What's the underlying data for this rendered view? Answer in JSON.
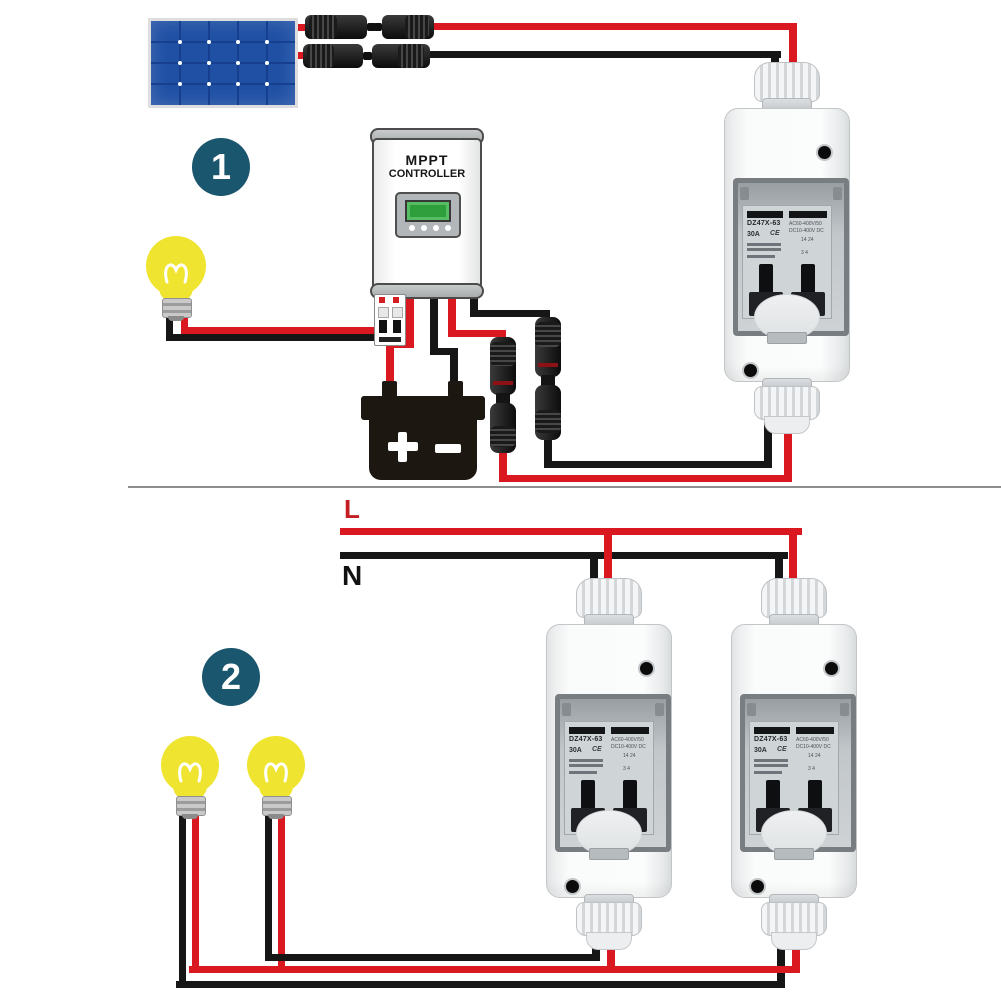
{
  "badges": {
    "step1": "1",
    "step2": "2"
  },
  "labels": {
    "live": "L",
    "neutral": "N"
  },
  "mppt": {
    "name_line1": "MPPT",
    "name_line2": "CONTROLLER"
  },
  "breaker_label": {
    "model": "DZ47X-63",
    "rating": "30A",
    "ce": "CE",
    "spec_right_1": "AC60-400V/50",
    "spec_right_2": "DC10-400V DC",
    "terminal_marks_1": "14 24",
    "terminal_marks_2": "3 4"
  },
  "icons": {
    "solar_panel": "solar-panel",
    "light_bulb": "light-bulb",
    "battery": "battery",
    "battery_plus": "+",
    "battery_minus": "−",
    "mc4_connector": "mc4-connector",
    "cable_gland": "cable-gland",
    "screw": "screw"
  },
  "colors": {
    "wire_live": "#d9191f",
    "wire_neutral": "#161616",
    "badge": "#1a566e",
    "bulb": "#efe42f",
    "panel_blue": "#2050a4",
    "enclosure": "#f4f5f6"
  }
}
